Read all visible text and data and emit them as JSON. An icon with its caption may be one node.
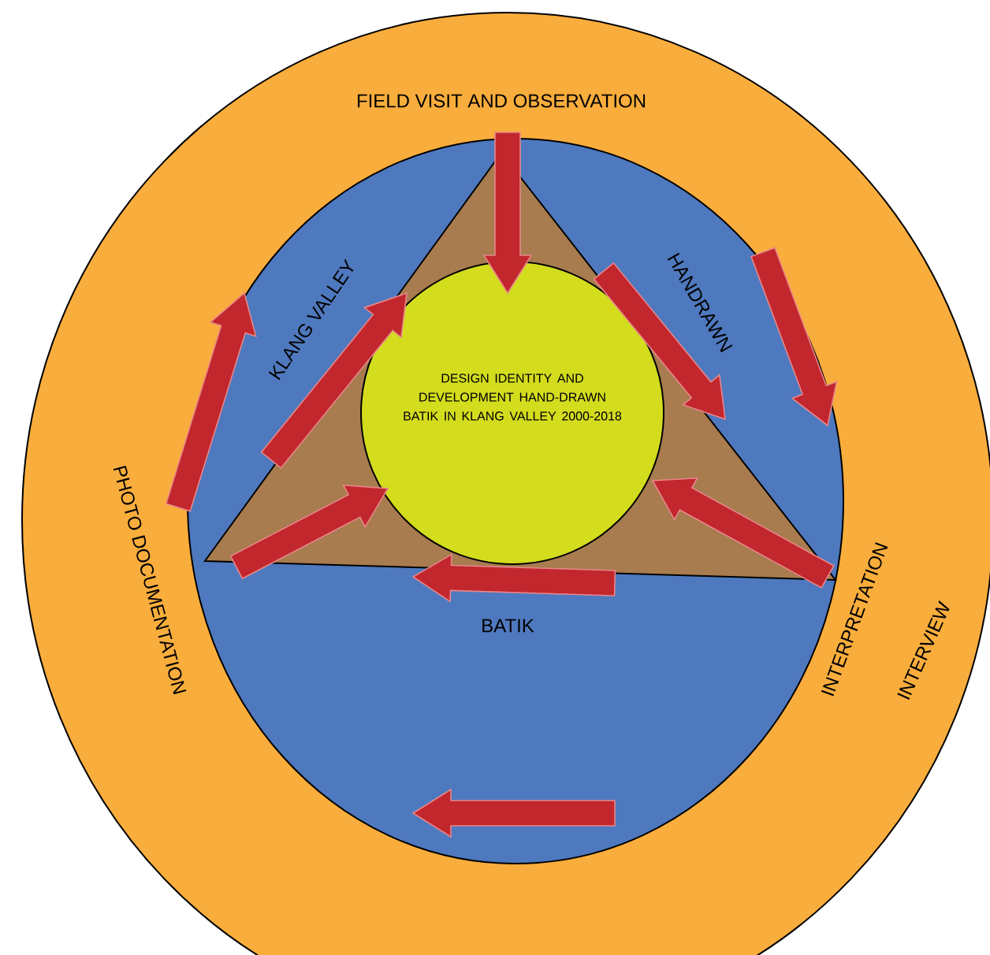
{
  "diagram": {
    "nodes": [
      {
        "text": [
          "FIELD VISIT AND OBSERVATION",
          "PHOTO DOCUMENTATION",
          "INTERPRETATION",
          "INTERVIEW"
        ]
      },
      {
        "text": [
          "KLANG VALLEY",
          "HANDRAWN",
          "BATIK"
        ],
        "in": 0
      },
      {
        "text": [],
        "shape": "triangle",
        "in": 1
      },
      {
        "text": [
          "DESIGN IDENTITY AND DEVELOPMENT HAND-DRAWN BATIK IN KLANG VALLEY 2000-2018"
        ],
        "in": 2
      }
    ]
  }
}
